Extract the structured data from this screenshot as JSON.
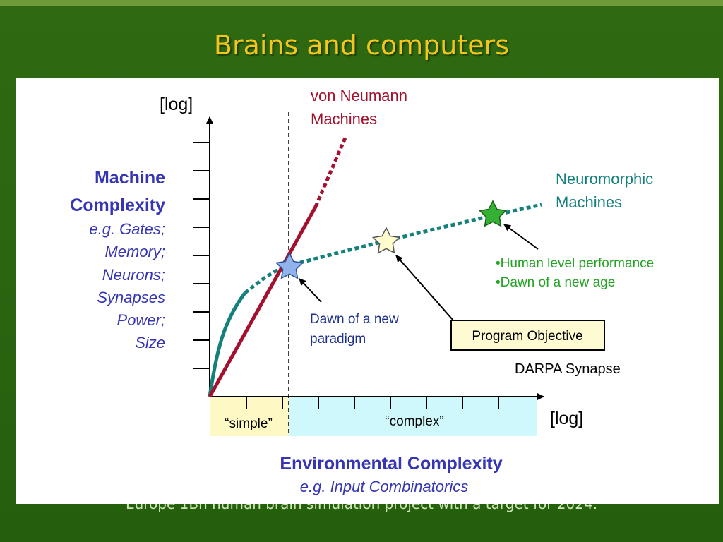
{
  "slide": {
    "title": "Brains and computers",
    "caption": "Europe 1Bn human brain simulation project with a target for 2024."
  },
  "diagram": {
    "y_axis": {
      "scale_label": "[log]",
      "title_line1": "Machine",
      "title_line2": "Complexity",
      "examples": [
        "e.g. Gates;",
        "Memory;",
        "Neurons;",
        "Synapses",
        "Power;",
        "Size"
      ]
    },
    "x_axis": {
      "scale_label": "[log]",
      "title": "Environmental Complexity",
      "subtitle": "e.g. Input Combinatorics",
      "region_simple": "“simple”",
      "region_complex": "“complex”"
    },
    "curves": {
      "von_neumann_line1": "von Neumann",
      "von_neumann_line2": "Machines",
      "neuromorphic_line1": "Neuromorphic",
      "neuromorphic_line2": "Machines"
    },
    "annotations": {
      "paradigm_line1": "Dawn of a new",
      "paradigm_line2": "paradigm",
      "program_objective": "Program Objective",
      "human_level": "•Human level performance",
      "new_age": "•Dawn of a new age",
      "source": "DARPA Synapse"
    },
    "colors": {
      "von_neumann": "#a3112e",
      "neuromorphic": "#14807c",
      "axis_title": "#3535b5",
      "green_text": "#23a323",
      "simple_region": "#fdf8c4",
      "complex_region": "#cff8fc",
      "objective_box": "#fefbd3",
      "star_blue": "#8fb3ea",
      "star_yellow": "#fffccd",
      "star_green": "#34b034"
    }
  }
}
